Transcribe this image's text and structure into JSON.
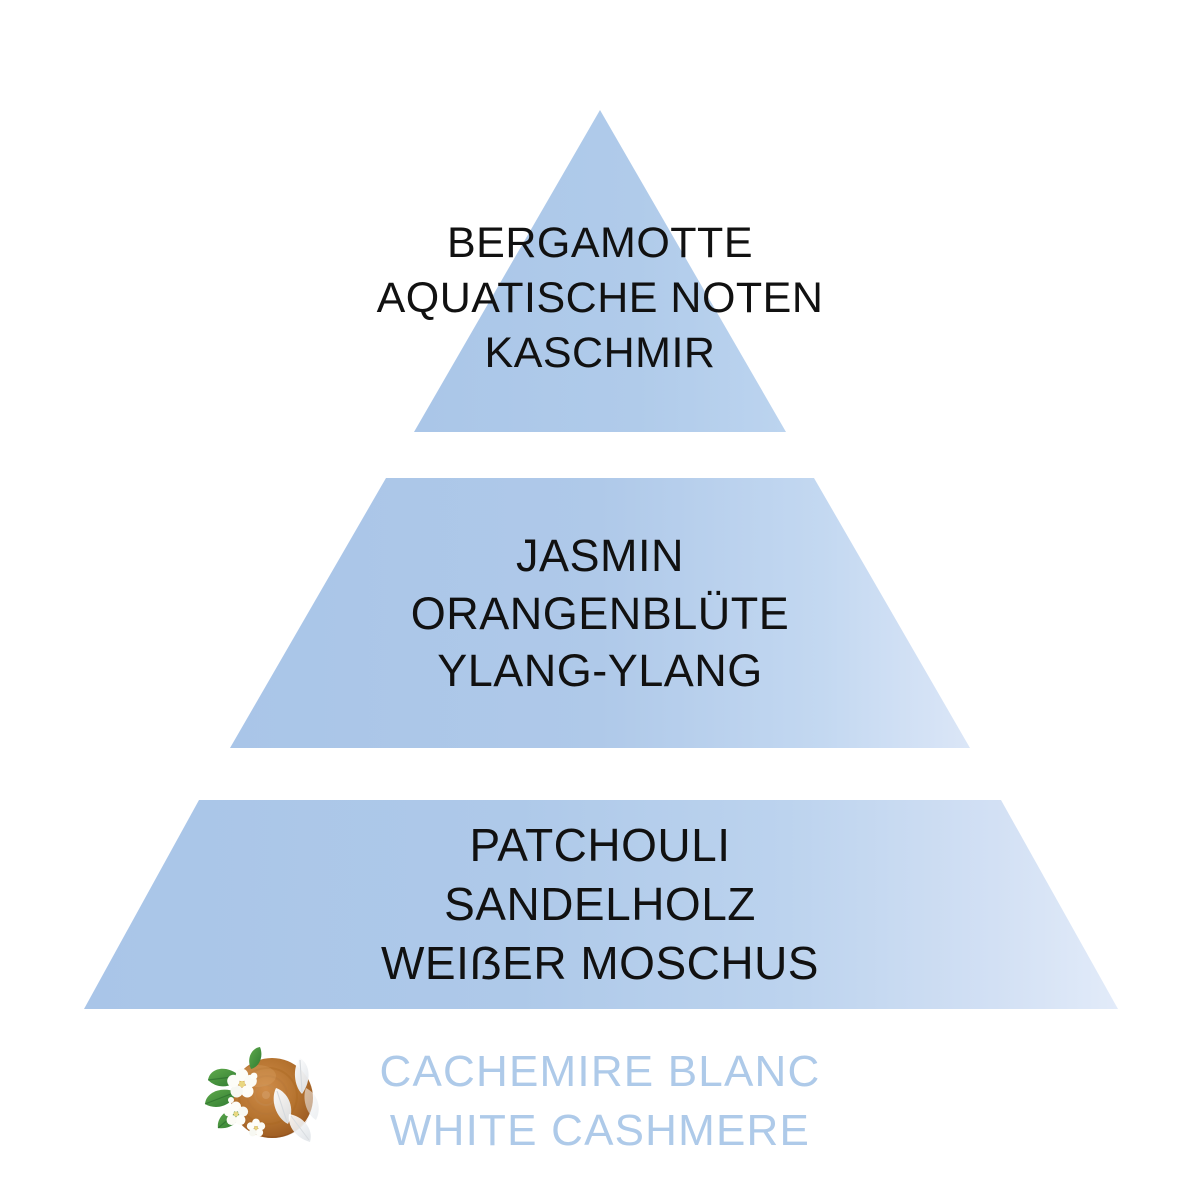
{
  "diagram": {
    "type": "fragrance-pyramid",
    "background_color": "#ffffff",
    "tier_fill_left": "#a9c5e8",
    "tier_fill_right": "#dde7f6",
    "note_text_color": "#111111",
    "footer_text_color": "#aecae9"
  },
  "tiers": {
    "top": {
      "position": "top-notes",
      "lines": [
        "BERGAMOTTE",
        "AQUATISCHE NOTEN",
        "KASCHMIR"
      ]
    },
    "middle": {
      "position": "heart-notes",
      "lines": [
        "JASMIN",
        "ORANGENBLÜTE",
        "YLANG-YLANG"
      ]
    },
    "base": {
      "position": "base-notes",
      "lines": [
        "PATCHOULI",
        "SANDELHOLZ",
        "WEIẞER MOSCHUS"
      ]
    }
  },
  "footer": {
    "name_fr": "CACHEMIRE BLANC",
    "name_en": "WHITE CASHMERE",
    "emblem": {
      "icon": "wood-slice-blossom-feather-icon",
      "wood_color": "#b5732f",
      "leaf_color": "#3f8b3b",
      "blossom_color": "#fdfdf8",
      "feather_color": "#f4f4f2"
    }
  }
}
